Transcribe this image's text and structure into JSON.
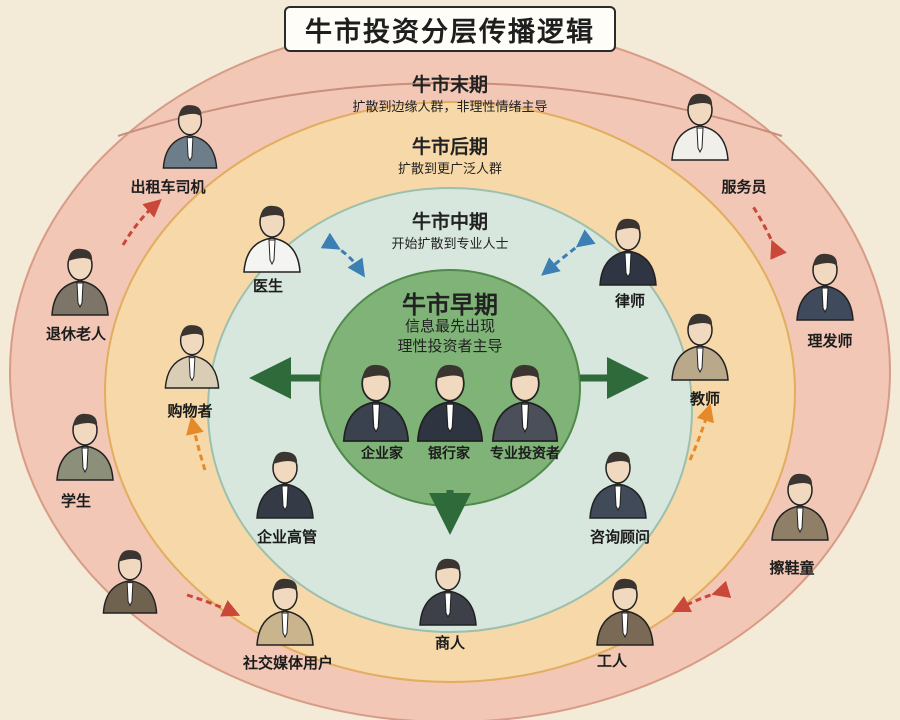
{
  "title": "牛市投资分层传播逻辑",
  "rings": {
    "late": {
      "title": "牛市末期",
      "subtitle": "扩散到边缘人群，非理性情绪主导"
    },
    "post": {
      "title": "牛市后期",
      "subtitle": "扩散到更广泛人群"
    },
    "mid": {
      "title": "牛市中期",
      "subtitle": "开始扩散到专业人士"
    },
    "early": {
      "title": "牛市早期",
      "subtitle_1": "信息最先出现",
      "subtitle_2": "理性投资者主导"
    }
  },
  "core_people": [
    "企业家",
    "银行家",
    "专业投资者"
  ],
  "mid_people": [
    "医生",
    "律师",
    "教师",
    "咨询顾问",
    "商人",
    "企业高管",
    "购物者"
  ],
  "outer_people": [
    "出租车司机",
    "服务员",
    "理发师",
    "擦鞋童",
    "工人",
    "社交媒体用户",
    "学生",
    "退休老人"
  ],
  "colors": {
    "outer_ring": "#f2c7b6",
    "late_ring": "#f6d8a9",
    "mid_ring": "#d7e7de",
    "early_ring": "#7fb378",
    "arrow_green": "#2f6b3a",
    "arrow_blue": "#3b7fb5",
    "arrow_orange": "#e58a2a",
    "arrow_red": "#c9483a"
  }
}
